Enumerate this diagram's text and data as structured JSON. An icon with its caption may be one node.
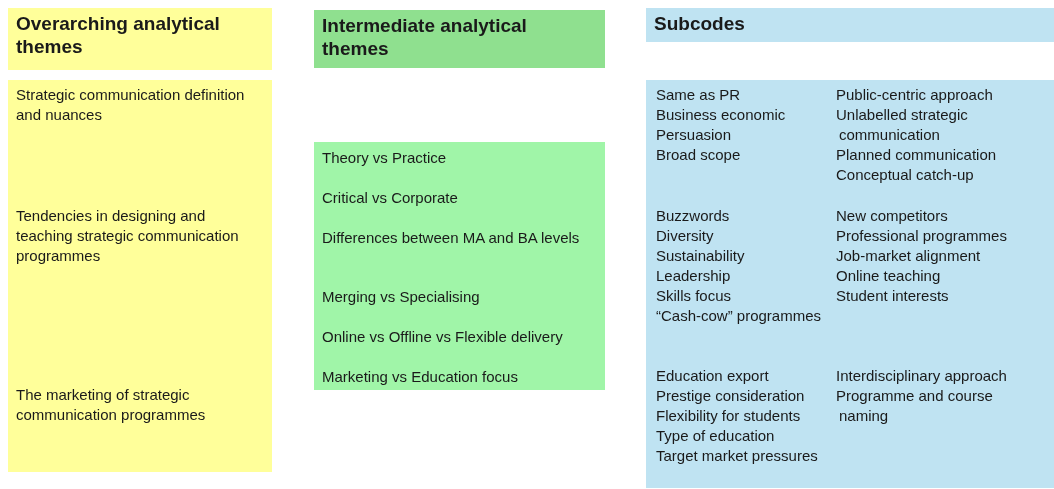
{
  "diagram": {
    "nodes": [
      {
        "text": [
          "Overarching analytical themes"
        ]
      },
      {
        "text": [
          "Intermediate analytical themes"
        ]
      },
      {
        "text": [
          "Subcodes"
        ]
      },
      {
        "text": [
          "Strategic communication definition and nuances",
          "Tendencies in designing and teaching strategic communication programmes",
          "The marketing of strategic communication programmes"
        ]
      },
      {
        "text": [
          "Theory vs Practice",
          "Critical vs Corporate",
          "Differences between MA and BA levels",
          "Merging vs Specialising",
          "Online vs Offline vs Flexible delivery",
          "Marketing vs Education focus"
        ]
      },
      {
        "text": [
          "Same as PR",
          "Business economic",
          "Persuasion",
          "Broad scope",
          "Public-centric approach",
          "Unlabelled strategic communication",
          "Planned communication",
          "Conceptual catch-up",
          "Buzzwords",
          "Diversity",
          "Sustainability",
          "Leadership",
          "Skills focus",
          "“Cash-cow” programmes",
          "New competitors",
          "Professional programmes",
          "Job-market alignment",
          "Online teaching",
          "Student interests",
          "Education export",
          "Prestige consideration",
          "Flexibility for students",
          "Type of education",
          "Target market pressures",
          "Interdisciplinary approach",
          "Programme and course naming"
        ]
      }
    ]
  }
}
